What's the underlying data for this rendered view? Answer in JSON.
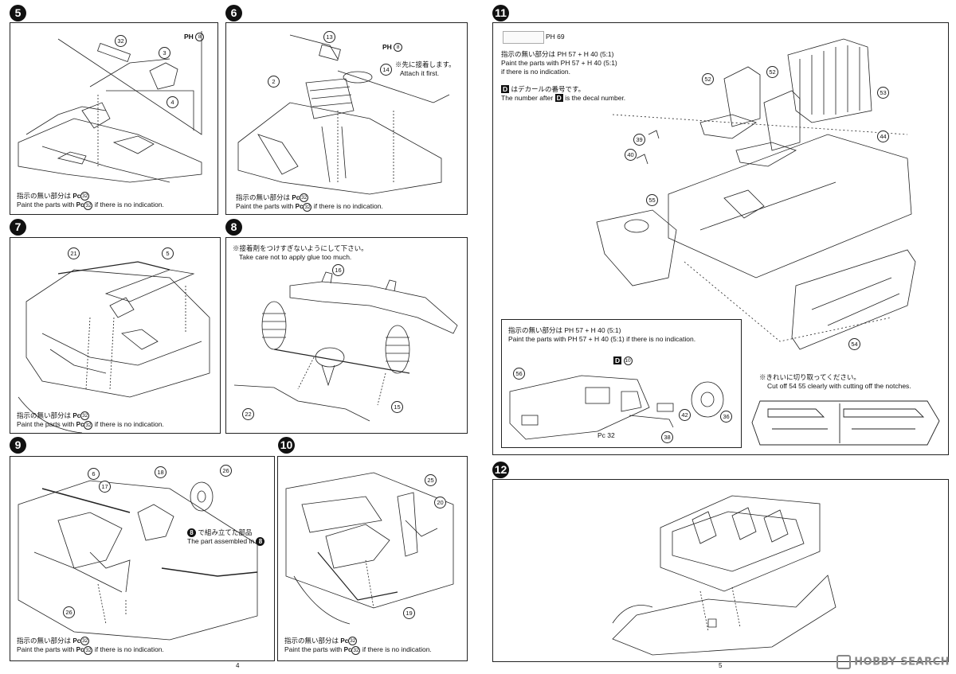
{
  "pages": {
    "left": "4",
    "right": "5"
  },
  "common_note": {
    "ja": "指示の無い部分は",
    "en_prefix": "Paint the parts with",
    "en_suffix": "if there is no indication.",
    "paint_code": "Pc",
    "paint_num": "32"
  },
  "steps": [
    {
      "number": "5",
      "callouts": [
        "32",
        "3",
        "4",
        "8"
      ]
    },
    {
      "number": "6",
      "callouts": [
        "13",
        "8",
        "14",
        "2"
      ],
      "tip_ja": "※先に接着します。",
      "tip_en": "Attach it first."
    },
    {
      "number": "7",
      "callouts": [
        "21",
        "5"
      ]
    },
    {
      "number": "8",
      "callouts": [
        "16",
        "22",
        "15"
      ],
      "tip_ja": "※接着剤をつけすぎないようにして下さい。",
      "tip_en": "Take care not to apply glue too much."
    },
    {
      "number": "9",
      "callouts": [
        "6",
        "18",
        "26",
        "17",
        "26"
      ],
      "tip_ja": "で組み立てた部品",
      "tip_en": "The part assembled in",
      "tip_ref": "8"
    },
    {
      "number": "10",
      "callouts": [
        "25",
        "20",
        "19"
      ]
    },
    {
      "number": "11",
      "callouts": [
        "52",
        "52",
        "53",
        "39",
        "40",
        "44",
        "55",
        "54",
        "56",
        "10",
        "42",
        "36",
        "38"
      ]
    },
    {
      "number": "12",
      "callouts": []
    }
  ],
  "step11": {
    "line1_ja": "指示の無い部分は",
    "line1_codes": "PH 57 + H 40 (5:1)",
    "line2_en": "Paint the parts with PH 57 + H 40 (5:1)",
    "line3_en": "if there is no indication.",
    "ph_ref": "PH 69",
    "decal_ja": "はデカールの番号です。",
    "decal_en_prefix": "The number after",
    "decal_en_suffix": "is the decal number.",
    "decal_letter": "D",
    "inset_ja": "指示の無い部分は PH 57 + H 40 (5:1)",
    "inset_en": "Paint the parts with PH 57 + H 40 (5:1) if there is no indication.",
    "inset_pc": "Pc 32",
    "cut_ja": "※きれいに切り取ってください。",
    "cut_en": "Cut off 54 55 clearly with cutting off the notches."
  },
  "watermark": "HOBBY SEARCH"
}
